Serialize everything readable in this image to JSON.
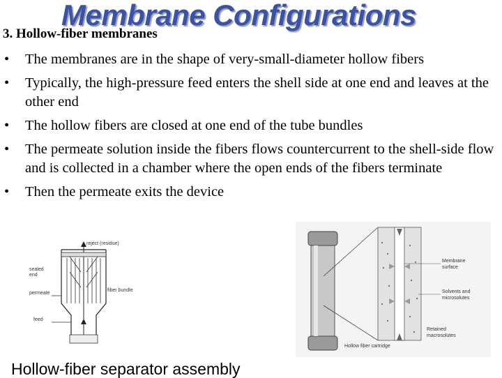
{
  "slide": {
    "title": "Membrane Configurations",
    "subheading": "3. Hollow-fiber membranes",
    "bullets": [
      "The membranes are in the shape of very-small-diameter hollow fibers",
      "Typically, the high-pressure feed enters the shell side at one end and leaves at the other end",
      "The hollow fibers are closed at one end of the tube bundles",
      "The permeate solution inside the fibers flows countercurrent to the shell-side flow and is collected in a chamber where the open ends of the fibers terminate",
      "Then the permeate exits the device"
    ],
    "bullet_symbol": "•",
    "caption": "Hollow-fiber separator assembly"
  },
  "figure_left": {
    "labels": {
      "reject": "reject (residue)",
      "sealed": "sealed",
      "end": "end",
      "permeate": "permeate",
      "fiber_bundle": "fiber bundle",
      "feed": "feed"
    }
  },
  "figure_right": {
    "labels": {
      "membrane": "Membrane",
      "surface": "surface",
      "solvents": "Solvents and",
      "microsolutes": "microsolutes",
      "retained": "Retained",
      "macrosolutes": "macrosolutes",
      "cartridge": "Hollow fiber cartridge"
    }
  },
  "colors": {
    "title": "#3a53a4",
    "text": "#000000"
  }
}
